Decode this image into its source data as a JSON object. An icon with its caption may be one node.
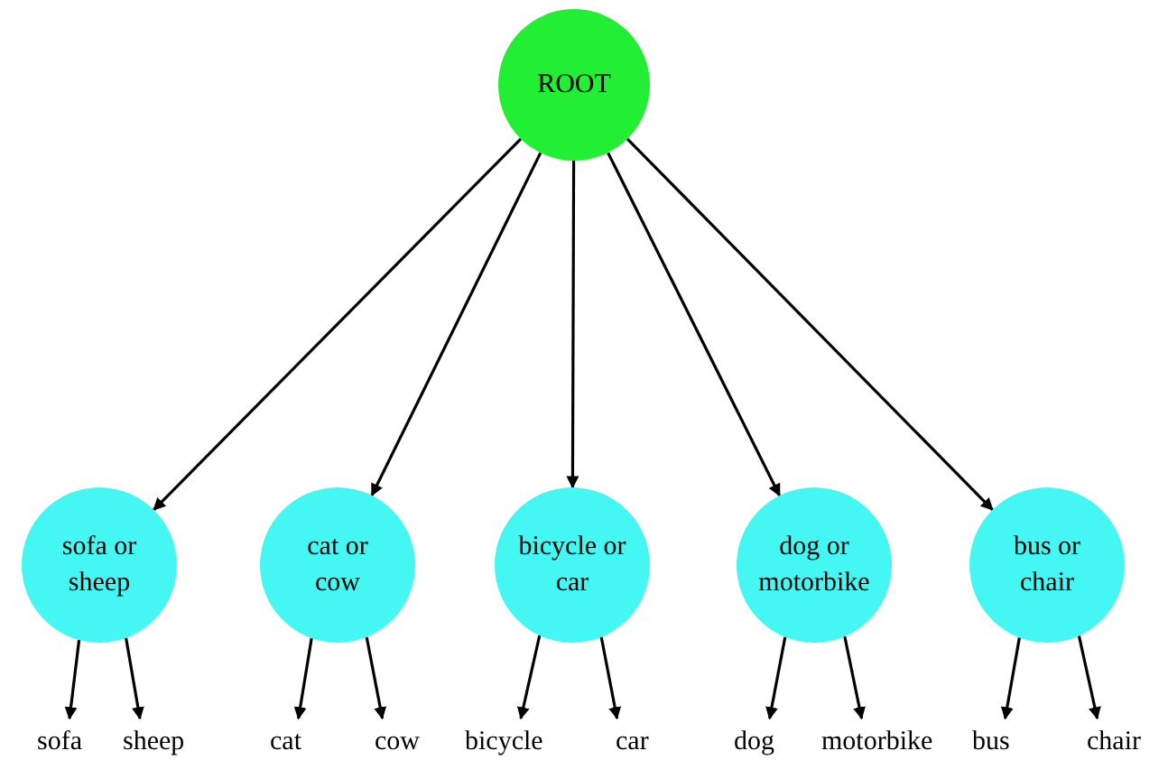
{
  "diagram": {
    "nodes": [
      {
        "text": [
          "ROOT"
        ]
      },
      {
        "text": [
          "sofa or sheep"
        ]
      },
      {
        "text": [
          "cat or cow"
        ]
      },
      {
        "text": [
          "bicycle or car"
        ]
      },
      {
        "text": [
          "dog or motorbike"
        ]
      },
      {
        "text": [
          "bus or chair"
        ]
      },
      {
        "text": [
          "sofa"
        ]
      },
      {
        "text": [
          "sheep"
        ]
      },
      {
        "text": [
          "cat"
        ]
      },
      {
        "text": [
          "cow"
        ]
      },
      {
        "text": [
          "bicycle"
        ]
      },
      {
        "text": [
          "car"
        ]
      },
      {
        "text": [
          "dog"
        ]
      },
      {
        "text": [
          "motorbike"
        ]
      },
      {
        "text": [
          "bus"
        ]
      },
      {
        "text": [
          "chair"
        ]
      }
    ],
    "edges": [
      {
        "from": 0,
        "to": 1,
        "arrow": "to"
      },
      {
        "from": 0,
        "to": 2,
        "arrow": "to"
      },
      {
        "from": 0,
        "to": 3,
        "arrow": "to"
      },
      {
        "from": 0,
        "to": 4,
        "arrow": "to"
      },
      {
        "from": 0,
        "to": 5,
        "arrow": "to"
      },
      {
        "from": 1,
        "to": 6,
        "arrow": "to"
      },
      {
        "from": 1,
        "to": 7,
        "arrow": "to"
      },
      {
        "from": 2,
        "to": 8,
        "arrow": "to"
      },
      {
        "from": 2,
        "to": 9,
        "arrow": "to"
      },
      {
        "from": 3,
        "to": 10,
        "arrow": "to"
      },
      {
        "from": 3,
        "to": 11,
        "arrow": "to"
      },
      {
        "from": 4,
        "to": 12,
        "arrow": "to"
      },
      {
        "from": 4,
        "to": 13,
        "arrow": "to"
      },
      {
        "from": 5,
        "to": 14,
        "arrow": "to"
      },
      {
        "from": 5,
        "to": 15,
        "arrow": "to"
      }
    ]
  }
}
